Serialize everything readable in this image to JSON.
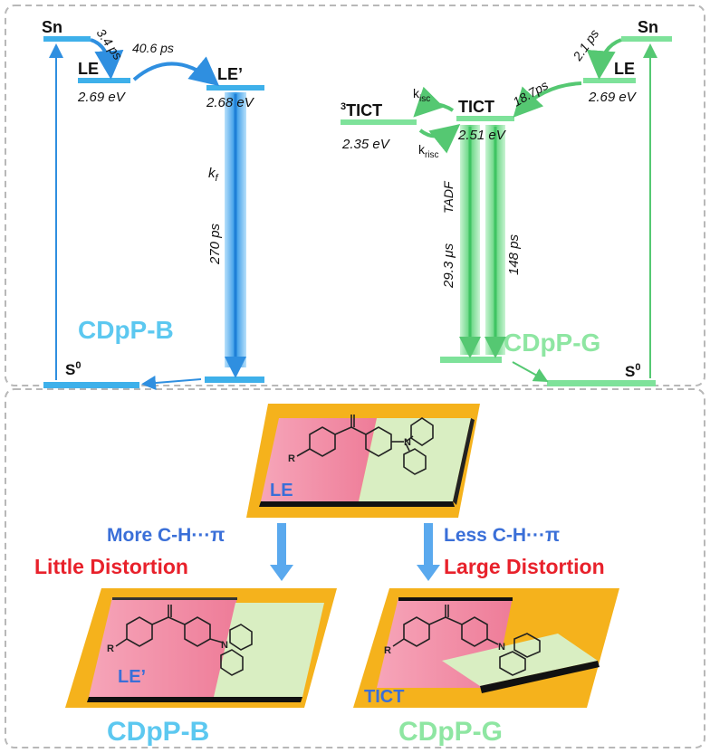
{
  "colors": {
    "blue": "#3eb0ea",
    "blue_dark": "#2a8fd8",
    "green": "#7ee29a",
    "green_dark": "#5fd07d",
    "red": "#e8212b",
    "title_blue": "#5cc8f0",
    "title_green": "#8ee6a2",
    "orange": "#f5b21c",
    "pink": "#f28aa2",
    "lightgreen": "#d9eec2",
    "arrow_blue": "#5aa9ee",
    "text_blue": "#3a6fd8"
  },
  "left_diagram": {
    "sn": "Sn",
    "le": "LE",
    "le_prime": "LE’",
    "s0": "S",
    "s0_sup": "0",
    "le_energy": "2.69 eV",
    "le_prime_energy": "2.68 eV",
    "t_sn_le": "3.4 ps",
    "t_le_leprime": "40.6 ps",
    "kf": "k",
    "kf_sub": "f",
    "t_emission": "270 ps",
    "name": "CDpP-B"
  },
  "right_diagram": {
    "sn": "Sn",
    "le": "LE",
    "tict": "TICT",
    "tict3_sup": "3",
    "tict3": "TICT",
    "s0": "S",
    "s0_sup": "0",
    "le_energy": "2.69 eV",
    "tict_energy": "2.51 eV",
    "tict3_energy": "2.35 eV",
    "t_sn_le": "2.1 ps",
    "t_le_tict": "18.7ps",
    "kisc": "k",
    "kisc_sub": "isc",
    "krisc": "k",
    "krisc_sub": "risc",
    "tadf": "TADF",
    "t_tadf": "29.3 μs",
    "t_fluor": "148 ps",
    "name": "CDpP-G"
  },
  "bottom": {
    "top_state": "LE",
    "left_text1": "More C-H···π",
    "left_text2": "Little Distortion",
    "right_text1": "Less C-H···π",
    "right_text2": "Large Distortion",
    "left_state": "LE’",
    "right_state": "TICT",
    "left_name": "CDpP-B",
    "right_name": "CDpP-G",
    "r_label": "R",
    "n_label": "N"
  }
}
